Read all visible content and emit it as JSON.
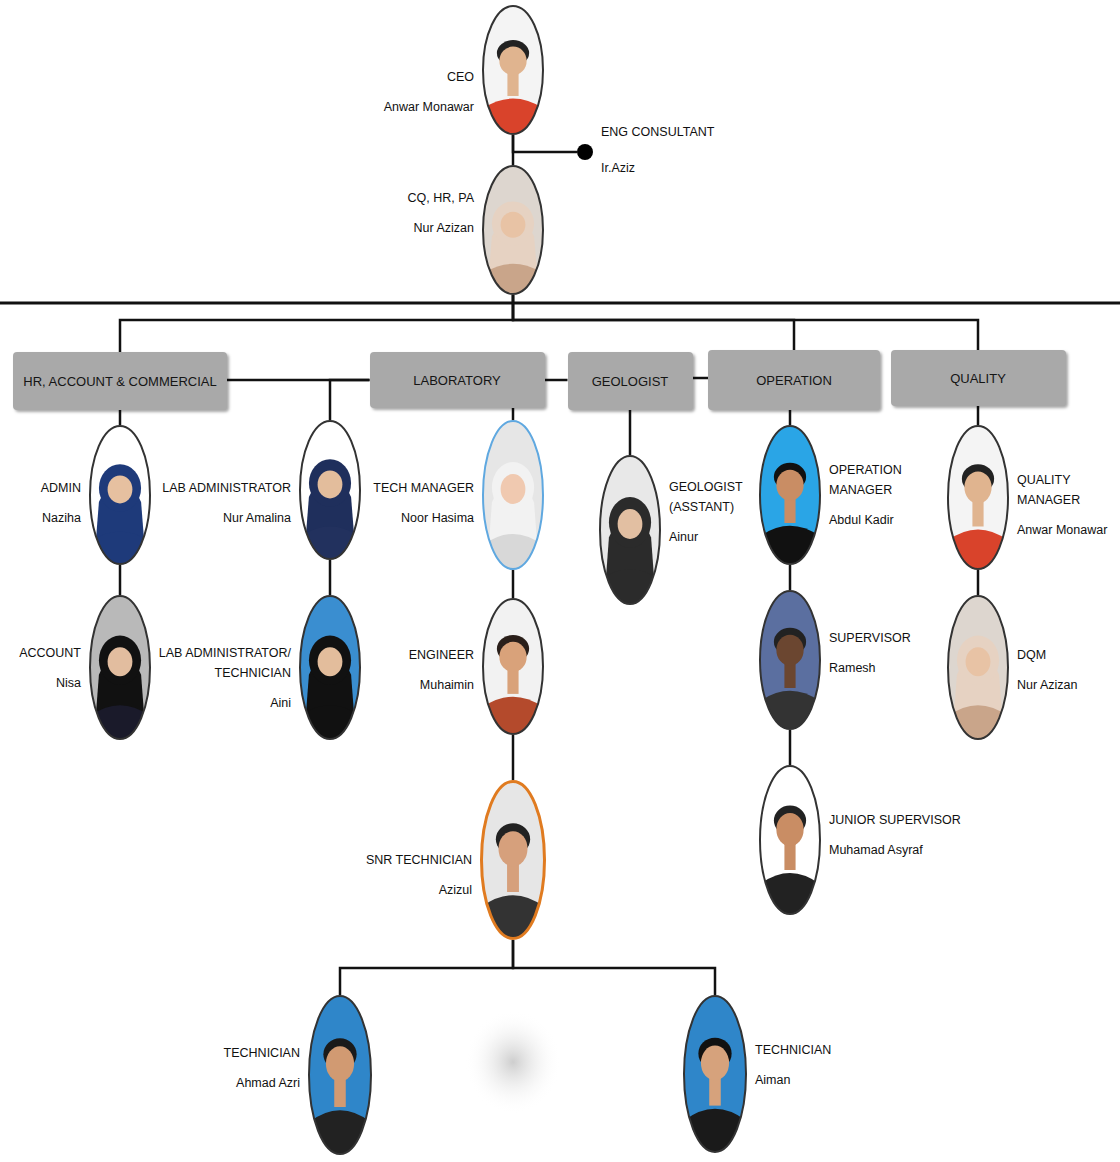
{
  "diagram": {
    "nodes": [
      {
        "text": [
          "CEO",
          "Anwar Monawar"
        ]
      },
      {
        "text": [
          "ENG CONSULTANT",
          "Ir.Aziz"
        ]
      },
      {
        "text": [
          "CQ, HR, PA",
          "Nur Azizan"
        ]
      },
      {
        "text": [
          "HR, ACCOUNT & COMMERCIAL"
        ]
      },
      {
        "text": [
          "LABORATORY"
        ]
      },
      {
        "text": [
          "GEOLOGIST"
        ]
      },
      {
        "text": [
          "OPERATION"
        ]
      },
      {
        "text": [
          "QUALITY"
        ]
      },
      {
        "text": [
          "ADMIN",
          "Naziha"
        ]
      },
      {
        "text": [
          "LAB ADMINISTRATOR",
          "Nur Amalina"
        ]
      },
      {
        "text": [
          "TECH MANAGER",
          "Noor Hasima"
        ]
      },
      {
        "text": [
          "GEOLOGIST (ASSTANT)",
          "Ainur"
        ]
      },
      {
        "text": [
          "OPERATION MANAGER",
          "Abdul Kadir"
        ]
      },
      {
        "text": [
          "QUALITY MANAGER",
          "Anwar Monawar"
        ]
      },
      {
        "text": [
          "ACCOUNT",
          "Nisa"
        ]
      },
      {
        "text": [
          "LAB ADMINISTRATOR/ TECHNICIAN",
          "Aini"
        ]
      },
      {
        "text": [
          "ENGINEER",
          "Muhaimin"
        ]
      },
      {
        "text": [
          "SUPERVISOR",
          "Ramesh"
        ]
      },
      {
        "text": [
          "DQM",
          "Nur Azizan"
        ]
      },
      {
        "text": [
          "SNR TECHNICIAN",
          "Azizul"
        ]
      },
      {
        "text": [
          "JUNIOR SUPERVISOR",
          "Muhamad Asyraf"
        ]
      },
      {
        "text": [
          "TECHNICIAN",
          "Ahmad Azri"
        ]
      },
      {
        "text": [
          "TECHNICIAN",
          "Aiman"
        ]
      }
    ],
    "edges": [
      {
        "from": 0,
        "to": 2,
        "arrow": "none"
      },
      {
        "from": 0,
        "to": 1,
        "arrow": "none"
      },
      {
        "from": 2,
        "to": 3,
        "arrow": "none"
      },
      {
        "from": 2,
        "to": 6,
        "arrow": "none"
      },
      {
        "from": 2,
        "to": 7,
        "arrow": "none"
      },
      {
        "from": 3,
        "to": 4,
        "arrow": "none"
      },
      {
        "from": 4,
        "to": 5,
        "arrow": "none"
      },
      {
        "from": 5,
        "to": 6,
        "arrow": "none"
      },
      {
        "from": 4,
        "to": 9,
        "arrow": "none"
      },
      {
        "from": 3,
        "to": 8,
        "arrow": "none"
      },
      {
        "from": 8,
        "to": 14,
        "arrow": "none"
      },
      {
        "from": 9,
        "to": 15,
        "arrow": "none"
      },
      {
        "from": 4,
        "to": 10,
        "arrow": "none"
      },
      {
        "from": 10,
        "to": 16,
        "arrow": "none"
      },
      {
        "from": 16,
        "to": 19,
        "arrow": "none"
      },
      {
        "from": 19,
        "to": 21,
        "arrow": "none"
      },
      {
        "from": 19,
        "to": 22,
        "arrow": "none"
      },
      {
        "from": 5,
        "to": 11,
        "arrow": "none"
      },
      {
        "from": 6,
        "to": 12,
        "arrow": "none"
      },
      {
        "from": 12,
        "to": 17,
        "arrow": "none"
      },
      {
        "from": 17,
        "to": 20,
        "arrow": "none"
      },
      {
        "from": 7,
        "to": 13,
        "arrow": "none"
      },
      {
        "from": 13,
        "to": 18,
        "arrow": "none"
      }
    ]
  }
}
